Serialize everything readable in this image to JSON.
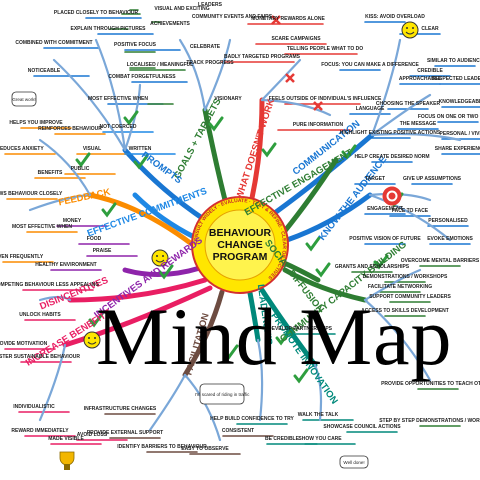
{
  "title_overlay": "Mind Map",
  "center": {
    "lines": [
      "BEHAVIOUR",
      "CHANGE",
      "PROGRAM"
    ],
    "ring_text": "CONSULT WIDELY · EVALUATE · TEST & REFINE · CLEAR OBJECTIVES"
  },
  "branches": [
    {
      "label": "GOALS + TARGETS",
      "color": "#2e7d32"
    },
    {
      "label": "WHAT DOESN'T WORK",
      "color": "#e53935"
    },
    {
      "label": "COMMUNICATION",
      "color": "#1976d2"
    },
    {
      "label": "EFFECTIVE ENGAGEMENT",
      "color": "#2e7d32"
    },
    {
      "label": "KNOW THE AUDIENCE",
      "color": "#1976d2"
    },
    {
      "label": "SOCIAL DIFFUSION",
      "color": "#2e7d32"
    },
    {
      "label": "COMMUNITY CAPACITY BUILDING",
      "color": "#2e7d32"
    },
    {
      "label": "PROMPTS",
      "color": "#1976d2"
    },
    {
      "label": "EFFECTIVE COMMITMENTS",
      "color": "#1e88e5"
    },
    {
      "label": "FEEDBACK",
      "color": "#fb8c00"
    },
    {
      "label": "INCENTIVES AND REWARDS",
      "color": "#8e24aa"
    },
    {
      "label": "DISINCENTIVES",
      "color": "#e91e63"
    },
    {
      "label": "INCREASE BENEFITS",
      "color": "#e91e63"
    },
    {
      "label": "FACILITATION",
      "color": "#6d4c41"
    },
    {
      "label": "LEADERSHIP",
      "color": "#00897b"
    },
    {
      "label": "PROMOTE INNOVATION",
      "color": "#00897b"
    }
  ],
  "leaves": [
    {
      "text": "Placed closely to behaviour",
      "color": "#1976d2"
    },
    {
      "text": "Explain through pictures",
      "color": "#1976d2"
    },
    {
      "text": "Combined with commitment",
      "color": "#1976d2"
    },
    {
      "text": "Positive focus",
      "color": "#1976d2"
    },
    {
      "text": "Noticeable",
      "color": "#1976d2"
    },
    {
      "text": "Combat forgetfulness",
      "color": "#1976d2"
    },
    {
      "text": "Most effective when",
      "color": "#1976d2"
    },
    {
      "text": "Visual and exciting",
      "color": "#2e7d32"
    },
    {
      "text": "Achievements",
      "color": "#2e7d32"
    },
    {
      "text": "Celebrate",
      "color": "#2e7d32"
    },
    {
      "text": "Localised / meaningful",
      "color": "#2e7d32"
    },
    {
      "text": "Community events and fairs",
      "color": "#2e7d32"
    },
    {
      "text": "Track progress",
      "color": "#2e7d32"
    },
    {
      "text": "Visionary",
      "color": "#2e7d32"
    },
    {
      "text": "Leaders",
      "color": "#2e7d32"
    },
    {
      "text": "Monetary rewards alone",
      "color": "#e53935"
    },
    {
      "text": "Scare campaigns",
      "color": "#e53935"
    },
    {
      "text": "Badly targeted programs",
      "color": "#e53935"
    },
    {
      "text": "Telling people what to do",
      "color": "#e53935"
    },
    {
      "text": "Feels outside of individual's influence",
      "color": "#e53935"
    },
    {
      "text": "Pure information",
      "color": "#e53935"
    },
    {
      "text": "Kiss: avoid overload",
      "color": "#1976d2"
    },
    {
      "text": "Clear",
      "color": "#1976d2"
    },
    {
      "text": "Focus: you can make a difference",
      "color": "#1976d2"
    },
    {
      "text": "Language",
      "color": "#1976d2"
    },
    {
      "text": "Approachable",
      "color": "#1976d2"
    },
    {
      "text": "Choosing the speaker",
      "color": "#1976d2"
    },
    {
      "text": "Credible",
      "color": "#1976d2"
    },
    {
      "text": "Similar to audience",
      "color": "#1976d2"
    },
    {
      "text": "Respected leaders",
      "color": "#1976d2"
    },
    {
      "text": "Highlight existing positive actions",
      "color": "#1976d2"
    },
    {
      "text": "The message",
      "color": "#1976d2"
    },
    {
      "text": "Knowledgeable",
      "color": "#1976d2"
    },
    {
      "text": "Focus on one or two issues",
      "color": "#1976d2"
    },
    {
      "text": "Help create desired norm",
      "color": "#1976d2"
    },
    {
      "text": "Personal / vivid",
      "color": "#1976d2"
    },
    {
      "text": "Share experiences",
      "color": "#1976d2"
    },
    {
      "text": "Target",
      "color": "#1976d2"
    },
    {
      "text": "Give up assumptions",
      "color": "#1976d2"
    },
    {
      "text": "Engagement",
      "color": "#1976d2"
    },
    {
      "text": "Face to face",
      "color": "#1976d2"
    },
    {
      "text": "Personalised",
      "color": "#1976d2"
    },
    {
      "text": "Positive vision of future",
      "color": "#1976d2"
    },
    {
      "text": "Evoke emotions",
      "color": "#1976d2"
    },
    {
      "text": "Grants and scholarships",
      "color": "#2e7d32"
    },
    {
      "text": "Overcome mental barriers",
      "color": "#2e7d32"
    },
    {
      "text": "Demonstrations / workshops",
      "color": "#2e7d32"
    },
    {
      "text": "Facilitate networking",
      "color": "#2e7d32"
    },
    {
      "text": "Support community leaders",
      "color": "#2e7d32"
    },
    {
      "text": "Access to skills development",
      "color": "#2e7d32"
    },
    {
      "text": "Provide opportunities to teach others",
      "color": "#2e7d32"
    },
    {
      "text": "Step by step demonstrations / workshops",
      "color": "#2e7d32"
    },
    {
      "text": "Helps you improve",
      "color": "#fb8c00"
    },
    {
      "text": "Reinforces behaviour",
      "color": "#fb8c00"
    },
    {
      "text": "Reduces anxiety",
      "color": "#fb8c00"
    },
    {
      "text": "Visual",
      "color": "#fb8c00"
    },
    {
      "text": "Benefits",
      "color": "#fb8c00"
    },
    {
      "text": "Public",
      "color": "#fb8c00"
    },
    {
      "text": "Not coerced",
      "color": "#1e88e5"
    },
    {
      "text": "Written",
      "color": "#1e88e5"
    },
    {
      "text": "Follows behaviour closely",
      "color": "#fb8c00"
    },
    {
      "text": "Most effective when",
      "color": "#fb8c00"
    },
    {
      "text": "Given frequently",
      "color": "#fb8c00"
    },
    {
      "text": "Money",
      "color": "#8e24aa"
    },
    {
      "text": "Food",
      "color": "#8e24aa"
    },
    {
      "text": "Healthy environment",
      "color": "#8e24aa"
    },
    {
      "text": "Praise",
      "color": "#8e24aa"
    },
    {
      "text": "Make competing behaviour less appealing",
      "color": "#e91e63"
    },
    {
      "text": "Unlock habits",
      "color": "#e91e63"
    },
    {
      "text": "Provide motivation",
      "color": "#e91e63"
    },
    {
      "text": "Foster sustainable behaviour",
      "color": "#e91e63"
    },
    {
      "text": "Individualistic",
      "color": "#e91e63"
    },
    {
      "text": "Reward immediately",
      "color": "#e91e63"
    },
    {
      "text": "Made visible",
      "color": "#e91e63"
    },
    {
      "text": "Avoid loss",
      "color": "#e91e63"
    },
    {
      "text": "Infrastructure changes",
      "color": "#6d4c41"
    },
    {
      "text": "Provide external support",
      "color": "#6d4c41"
    },
    {
      "text": "Identify barriers to behaviour",
      "color": "#6d4c41"
    },
    {
      "text": "Easy to observe",
      "color": "#6d4c41"
    },
    {
      "text": "Consistent",
      "color": "#6d4c41"
    },
    {
      "text": "Help build confidence to try",
      "color": "#00897b"
    },
    {
      "text": "Be credible",
      "color": "#00897b"
    },
    {
      "text": "Walk the talk",
      "color": "#00897b"
    },
    {
      "text": "Show you care",
      "color": "#00897b"
    },
    {
      "text": "Develop partnerships",
      "color": "#00897b"
    },
    {
      "text": "Showcase council actions",
      "color": "#00897b"
    }
  ],
  "bubbles": [
    {
      "text": "Great work!",
      "name": "bubble-great-work"
    },
    {
      "text": "I'm scared of riding in traffic",
      "name": "bubble-scared-traffic"
    },
    {
      "text": "Well done!",
      "name": "bubble-well-done"
    }
  ]
}
